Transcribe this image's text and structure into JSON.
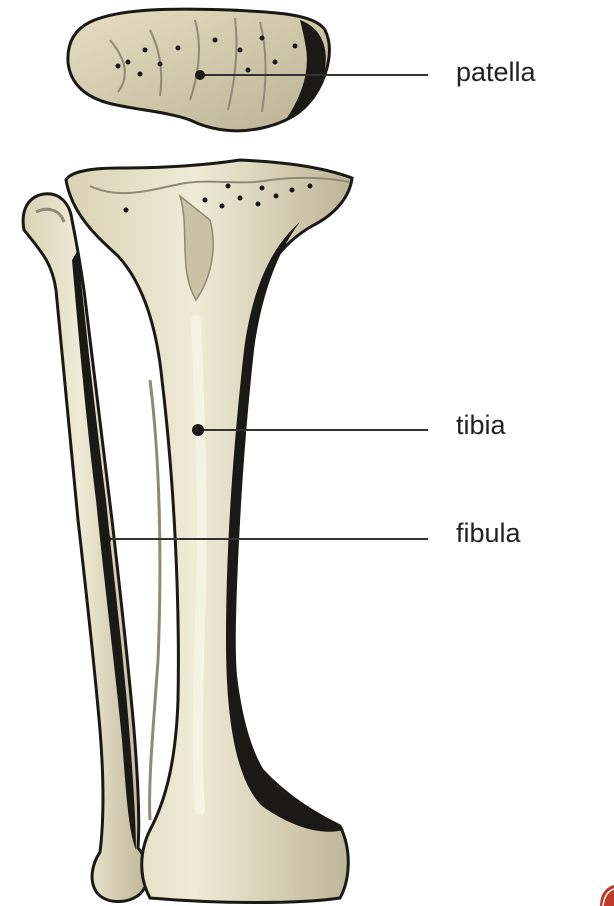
{
  "labels": {
    "patella": "patella",
    "tibia": "tibia",
    "fibula": "fibula"
  },
  "colors": {
    "bone_light": "#ece6cf",
    "bone_mid": "#c9c2a4",
    "bone_shade": "#8f8a75",
    "bone_dark": "#1b1916",
    "leader_line": "#333333",
    "label_text": "#222222",
    "corner_accent": "#c0392b"
  }
}
